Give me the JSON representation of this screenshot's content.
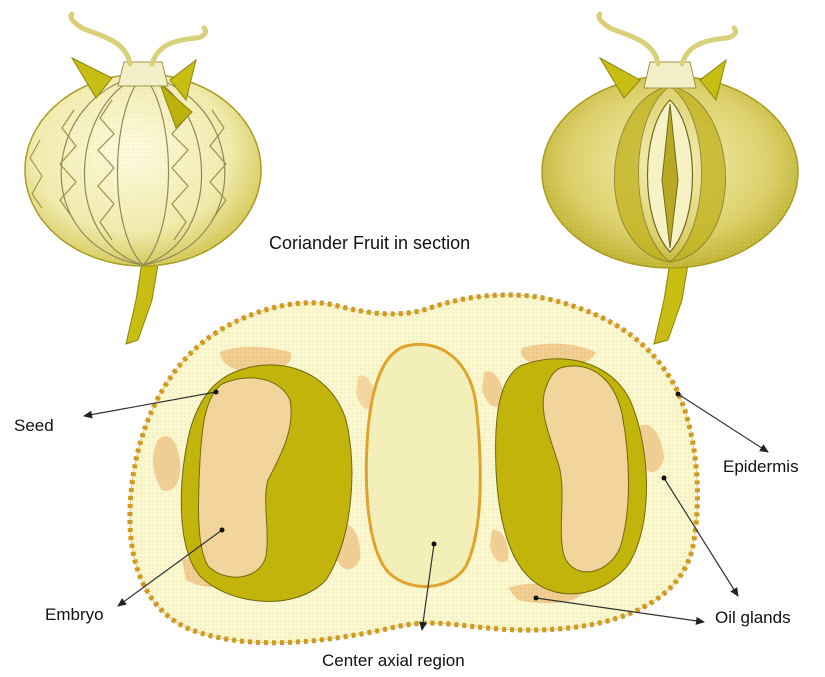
{
  "title": "Coriander Fruit in section",
  "labels": {
    "seed": "Seed",
    "embryo": "Embryo",
    "center_axial_region": "Center axial region",
    "epidermis": "Epidermis",
    "oil_glands": "Oil glands"
  },
  "colors": {
    "pericarp": "#fbf7cf",
    "seed_coat": "#c2b40b",
    "embryo": "#f3d49a",
    "epidermis_dots": "#cf9a22",
    "oil_gland": "#efc88a",
    "axial_outline": "#e0a32a",
    "fruit_light": "#f3efb0",
    "fruit_dark": "#cfc227",
    "leader_line": "#333333"
  }
}
